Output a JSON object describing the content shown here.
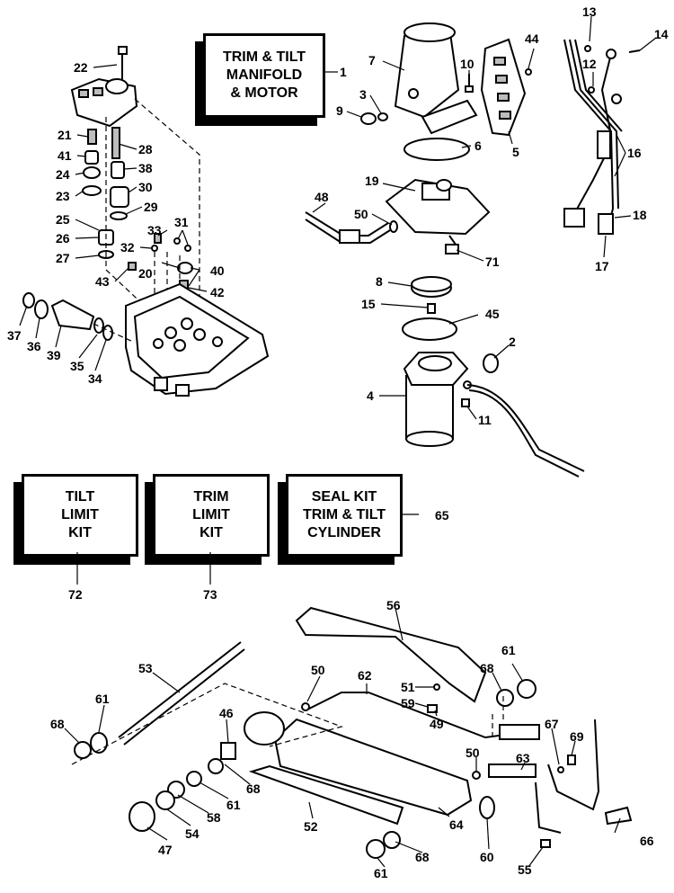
{
  "kits": {
    "manifold_motor": "TRIM & TILT\nMANIFOLD\n& MOTOR",
    "tilt_limit": "TILT\nLIMIT\nKIT",
    "trim_limit": "TRIM\nLIMIT\nKIT",
    "seal_kit": "SEAL KIT\nTRIM & TILT\nCYLINDER"
  },
  "callouts": {
    "c1": "1",
    "c2": "2",
    "c3": "3",
    "c4": "4",
    "c5": "5",
    "c6": "6",
    "c7": "7",
    "c8": "8",
    "c9": "9",
    "c10": "10",
    "c11": "11",
    "c12": "12",
    "c13": "13",
    "c14": "14",
    "c15": "15",
    "c16": "16",
    "c17": "17",
    "c18": "18",
    "c19": "19",
    "c20": "20",
    "c21": "21",
    "c22": "22",
    "c23": "23",
    "c24": "24",
    "c25": "25",
    "c26": "26",
    "c27": "27",
    "c28": "28",
    "c29": "29",
    "c30": "30",
    "c31": "31",
    "c32": "32",
    "c33": "33",
    "c34": "34",
    "c35": "35",
    "c36": "36",
    "c37": "37",
    "c38": "38",
    "c39": "39",
    "c40": "40",
    "c41": "41",
    "c42": "42",
    "c43": "43",
    "c44": "44",
    "c45": "45",
    "c46": "46",
    "c47": "47",
    "c48": "48",
    "c49": "49",
    "c50a": "50",
    "c50b": "50",
    "c50c": "50",
    "c51": "51",
    "c52": "52",
    "c53": "53",
    "c54": "54",
    "c55": "55",
    "c56": "56",
    "c58": "58",
    "c59": "59",
    "c60": "60",
    "c61a": "61",
    "c61b": "61",
    "c61c": "61",
    "c61d": "61",
    "c62": "62",
    "c63": "63",
    "c64": "64",
    "c65": "65",
    "c66": "66",
    "c67": "67",
    "c68a": "68",
    "c68b": "68",
    "c68c": "68",
    "c68d": "68",
    "c69": "69",
    "c71": "71",
    "c72": "72",
    "c73": "73"
  }
}
